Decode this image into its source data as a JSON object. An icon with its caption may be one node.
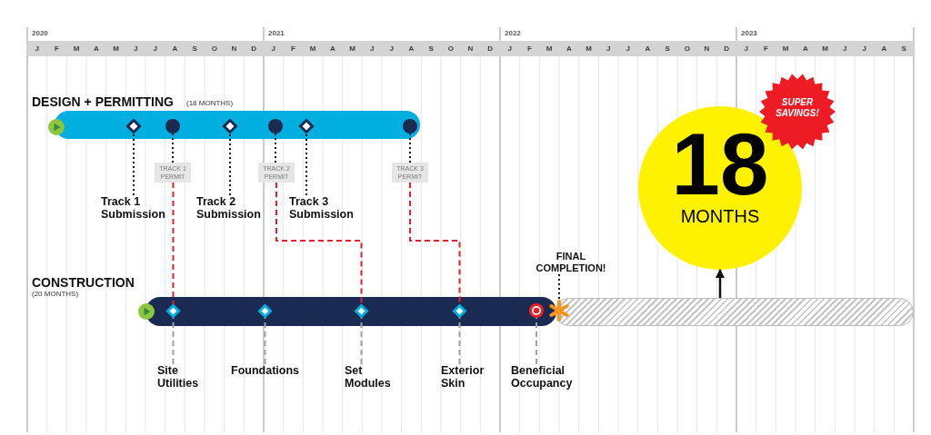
{
  "diagram": {
    "nodes": [
      {
        "text": [
          "DESIGN + PERMITTING",
          "(18 MONTHS)"
        ]
      },
      {
        "text": [],
        "shape": "circle",
        "in": 0
      },
      {
        "text": [],
        "shape": "diamond",
        "in": 0
      },
      {
        "text": [],
        "shape": "circle",
        "in": 0
      },
      {
        "text": [],
        "shape": "diamond",
        "in": 0
      },
      {
        "text": [],
        "shape": "circle",
        "in": 0
      },
      {
        "text": [],
        "shape": "diamond",
        "in": 0
      },
      {
        "text": [],
        "shape": "circle",
        "in": 0
      },
      {
        "text": [
          "TRACK 1 PERMIT"
        ]
      },
      {
        "text": [
          "TRACK 2 PERMIT"
        ]
      },
      {
        "text": [
          "TRACK 3 PERMIT"
        ]
      },
      {
        "text": [
          "Track 1 Submission"
        ]
      },
      {
        "text": [
          "Track 2 Submission"
        ]
      },
      {
        "text": [
          "Track 3 Submission"
        ]
      },
      {
        "text": [
          "18",
          "MONTHS"
        ]
      },
      {
        "text": [
          "SUPER SAVINGS!"
        ]
      },
      {
        "text": [
          "FINAL COMPLETION!"
        ]
      },
      {
        "text": [
          "CONSTRUCTION",
          "(20 MONTHS)"
        ]
      },
      {
        "text": [],
        "shape": "circle",
        "in": 17
      },
      {
        "text": [],
        "shape": "diamond",
        "in": 17
      },
      {
        "text": [],
        "shape": "diamond",
        "in": 17
      },
      {
        "text": [],
        "shape": "diamond",
        "in": 17
      },
      {
        "text": [],
        "shape": "diamond",
        "in": 17
      },
      {
        "text": [],
        "shape": "circle",
        "in": 17
      },
      {
        "text": [],
        "shape": "asterisk"
      },
      {
        "text": [],
        "shape": "bar"
      },
      {
        "text": [
          "Site Utilities"
        ]
      },
      {
        "text": [
          "Foundations"
        ]
      },
      {
        "text": [
          "Set Modules"
        ]
      },
      {
        "text": [
          "Exterior Skin"
        ]
      },
      {
        "text": [
          "Beneficial Occupancy"
        ]
      }
    ],
    "edges": [
      {
        "from": 11,
        "to": 2,
        "arrow": "none",
        "style": "dashed"
      },
      {
        "from": 8,
        "to": 3,
        "arrow": "none",
        "style": "dashed"
      },
      {
        "from": 12,
        "to": 4,
        "arrow": "none",
        "style": "dashed"
      },
      {
        "from": 9,
        "to": 5,
        "arrow": "none",
        "style": "dashed"
      },
      {
        "from": 13,
        "to": 6,
        "arrow": "none",
        "style": "dashed"
      },
      {
        "from": 10,
        "to": 7,
        "arrow": "none",
        "style": "dashed"
      },
      {
        "from": 8,
        "to": 19,
        "arrow": "none",
        "style": "dashed",
        "color": "#e8202a"
      },
      {
        "from": 9,
        "to": 21,
        "arrow": "none",
        "style": "dashed",
        "color": "#e8202a"
      },
      {
        "from": 10,
        "to": 22,
        "arrow": "none",
        "style": "dashed",
        "color": "#e8202a"
      },
      {
        "from": 16,
        "to": 24,
        "arrow": "none",
        "style": "dashed"
      },
      {
        "from": 26,
        "to": 19,
        "arrow": "none",
        "style": "dashed",
        "color": "#a0a0a0"
      },
      {
        "from": 27,
        "to": 20,
        "arrow": "none",
        "style": "dashed",
        "color": "#a0a0a0"
      },
      {
        "from": 28,
        "to": 21,
        "arrow": "none",
        "style": "dashed",
        "color": "#a0a0a0"
      },
      {
        "from": 29,
        "to": 22,
        "arrow": "none",
        "style": "dashed",
        "color": "#a0a0a0"
      },
      {
        "from": 30,
        "to": 23,
        "arrow": "none",
        "style": "dashed",
        "color": "#a0a0a0"
      },
      {
        "from": 25,
        "to": 14,
        "arrow": "to"
      }
    ],
    "labels": [
      "2020",
      "2021",
      "2022",
      "2023",
      "J",
      "F",
      "M",
      "A",
      "M",
      "J",
      "J",
      "A",
      "S",
      "O",
      "N",
      "D",
      "J",
      "F",
      "M",
      "A",
      "M",
      "J",
      "J",
      "A",
      "S",
      "O",
      "N",
      "D",
      "J",
      "F",
      "M",
      "A",
      "M",
      "J",
      "J",
      "A",
      "S",
      "O",
      "N",
      "D",
      "J",
      "F",
      "M",
      "A",
      "M",
      "J",
      "J",
      "A",
      "S"
    ]
  }
}
